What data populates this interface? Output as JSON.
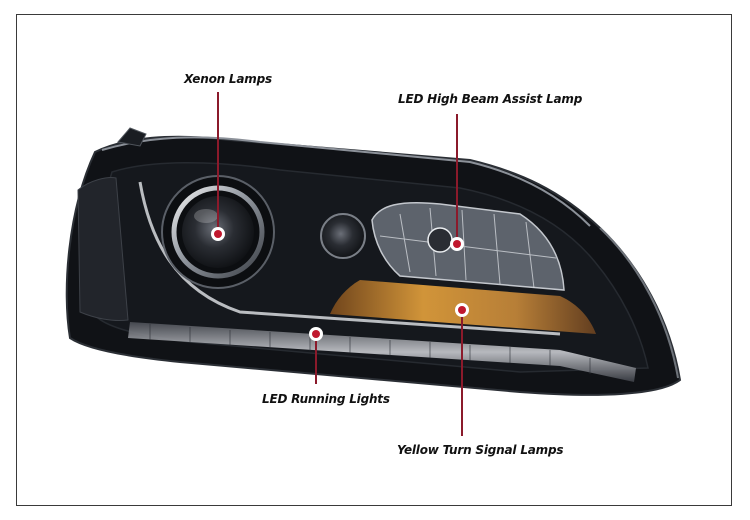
{
  "callouts": {
    "xenon": {
      "label": "Xenon Lamps"
    },
    "high_beam": {
      "label": "LED High Beam Assist Lamp"
    },
    "running": {
      "label": "LED Running Lights"
    },
    "turn_signal": {
      "label": "Yellow Turn Signal Lamps"
    }
  },
  "colors": {
    "leader_line": "#8b1a2b",
    "marker_ring": "#ffffff",
    "marker_dot": "#c0182e",
    "housing": "#101216",
    "amber": "#e6a23c"
  }
}
